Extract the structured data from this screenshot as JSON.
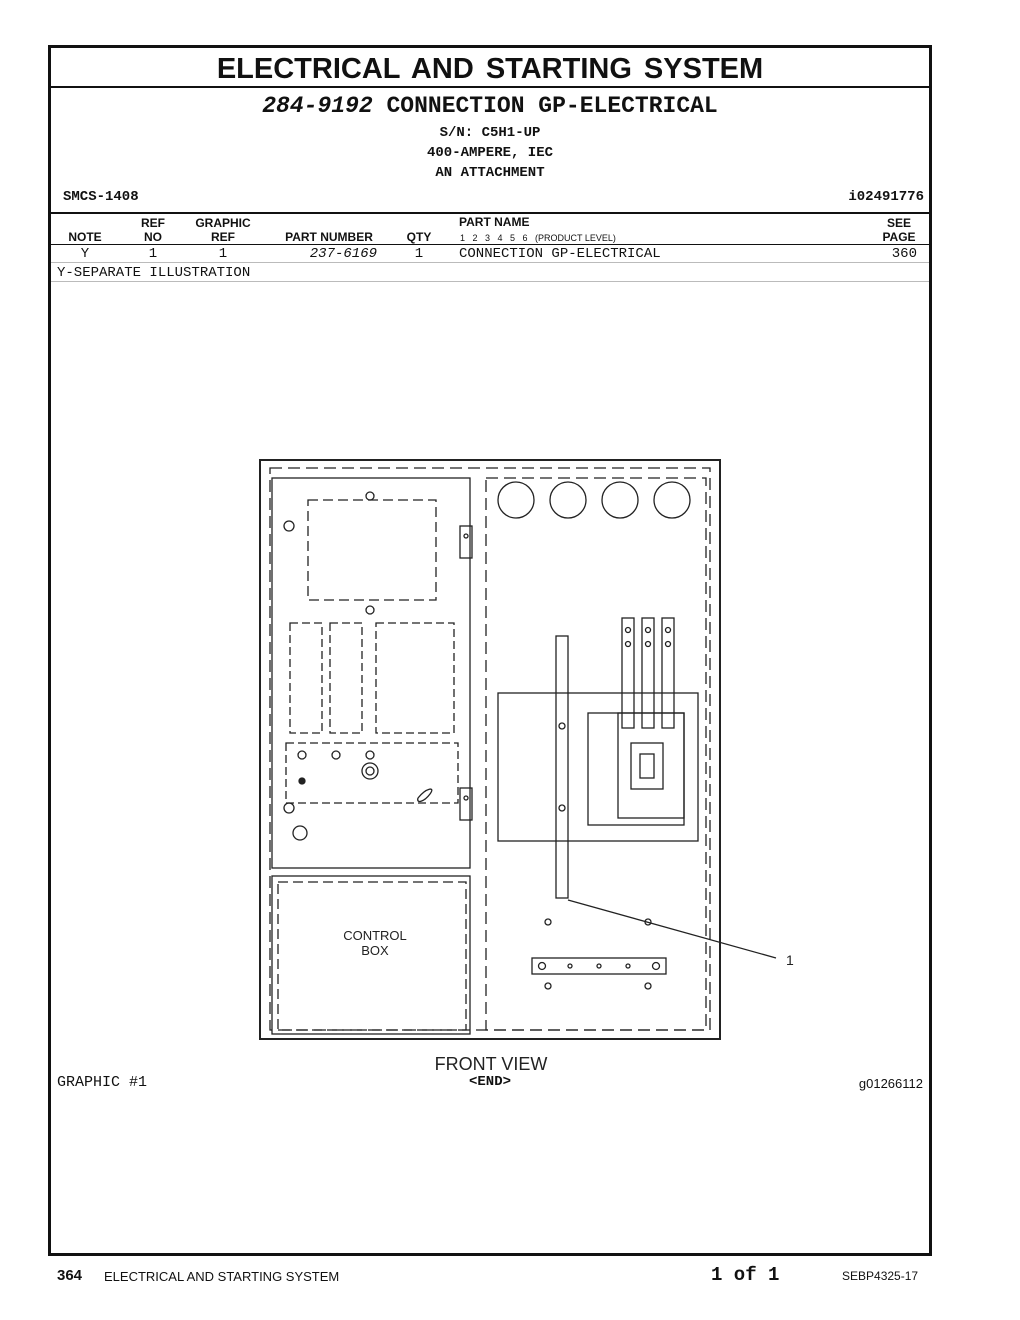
{
  "header": {
    "title": "ELECTRICAL AND STARTING SYSTEM",
    "group_part_number": "284-9192",
    "group_name": "CONNECTION GP-ELECTRICAL",
    "serial": "S/N: C5H1-UP",
    "spec": "400-AMPERE, IEC",
    "attachment": "AN ATTACHMENT",
    "smcs": "SMCS-1408",
    "illustration_id": "i02491776"
  },
  "columns": {
    "note": "NOTE",
    "ref_no_1": "REF",
    "ref_no_2": "NO",
    "graphic_ref_1": "GRAPHIC",
    "graphic_ref_2": "REF",
    "part_number": "PART NUMBER",
    "qty": "QTY",
    "part_name": "PART NAME",
    "product_levels": "1   2   3   4   5   6   (PRODUCT LEVEL)",
    "see_page_1": "SEE",
    "see_page_2": "PAGE"
  },
  "rows": [
    {
      "note": "Y",
      "ref_no": "1",
      "graphic_ref": "1",
      "part_number": "237-6169",
      "qty": "1",
      "part_name": "CONNECTION GP-ELECTRICAL",
      "see_page": "360"
    }
  ],
  "notes": {
    "y": "Y-SEPARATE ILLUSTRATION"
  },
  "graphic": {
    "panel_label_1": "CONTROL",
    "panel_label_2": "BOX",
    "callout": "1",
    "view_label": "FRONT VIEW",
    "graphic_label": "GRAPHIC #1",
    "end": "<END>",
    "graphic_number": "g01266112"
  },
  "footer": {
    "page": "364",
    "section": "ELECTRICAL AND STARTING SYSTEM",
    "page_of": "1 of 1",
    "doc_id": "SEBP4325-17"
  }
}
